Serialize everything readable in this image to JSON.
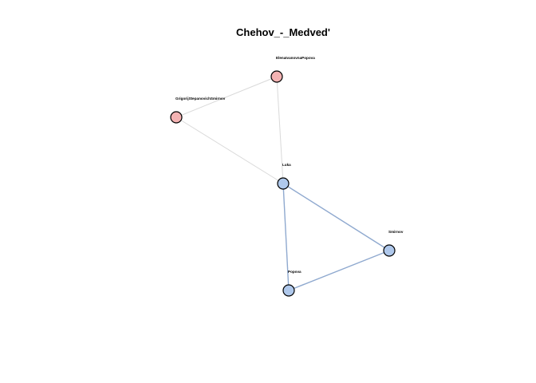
{
  "title": "Chehov_-_Medved'",
  "colors": {
    "node_pink": "#f4b3b3",
    "node_blue": "#afc8eb",
    "edge_light": "#d9d9d9",
    "edge_blue": "#8fa9cf",
    "node_stroke": "#000000"
  },
  "nodes": [
    {
      "id": "ElenaIvanovnaPopova",
      "label": "ElenaIvanovnaPopova",
      "group": "pink"
    },
    {
      "id": "GrigorijStepanovichSmirnov",
      "label": "GrigorijStepanovichSmirnov",
      "group": "pink"
    },
    {
      "id": "Luka",
      "label": "Luka",
      "group": "blue"
    },
    {
      "id": "Smirnov",
      "label": "Smirnov",
      "group": "blue"
    },
    {
      "id": "Popova",
      "label": "Popova",
      "group": "blue"
    }
  ],
  "edges": [
    {
      "source": "ElenaIvanovnaPopova",
      "target": "GrigorijStepanovichSmirnov",
      "style": "light"
    },
    {
      "source": "ElenaIvanovnaPopova",
      "target": "Luka",
      "style": "light"
    },
    {
      "source": "GrigorijStepanovichSmirnov",
      "target": "Luka",
      "style": "light"
    },
    {
      "source": "Luka",
      "target": "Smirnov",
      "style": "blue"
    },
    {
      "source": "Luka",
      "target": "Popova",
      "style": "blue"
    },
    {
      "source": "Smirnov",
      "target": "Popova",
      "style": "blue"
    }
  ]
}
